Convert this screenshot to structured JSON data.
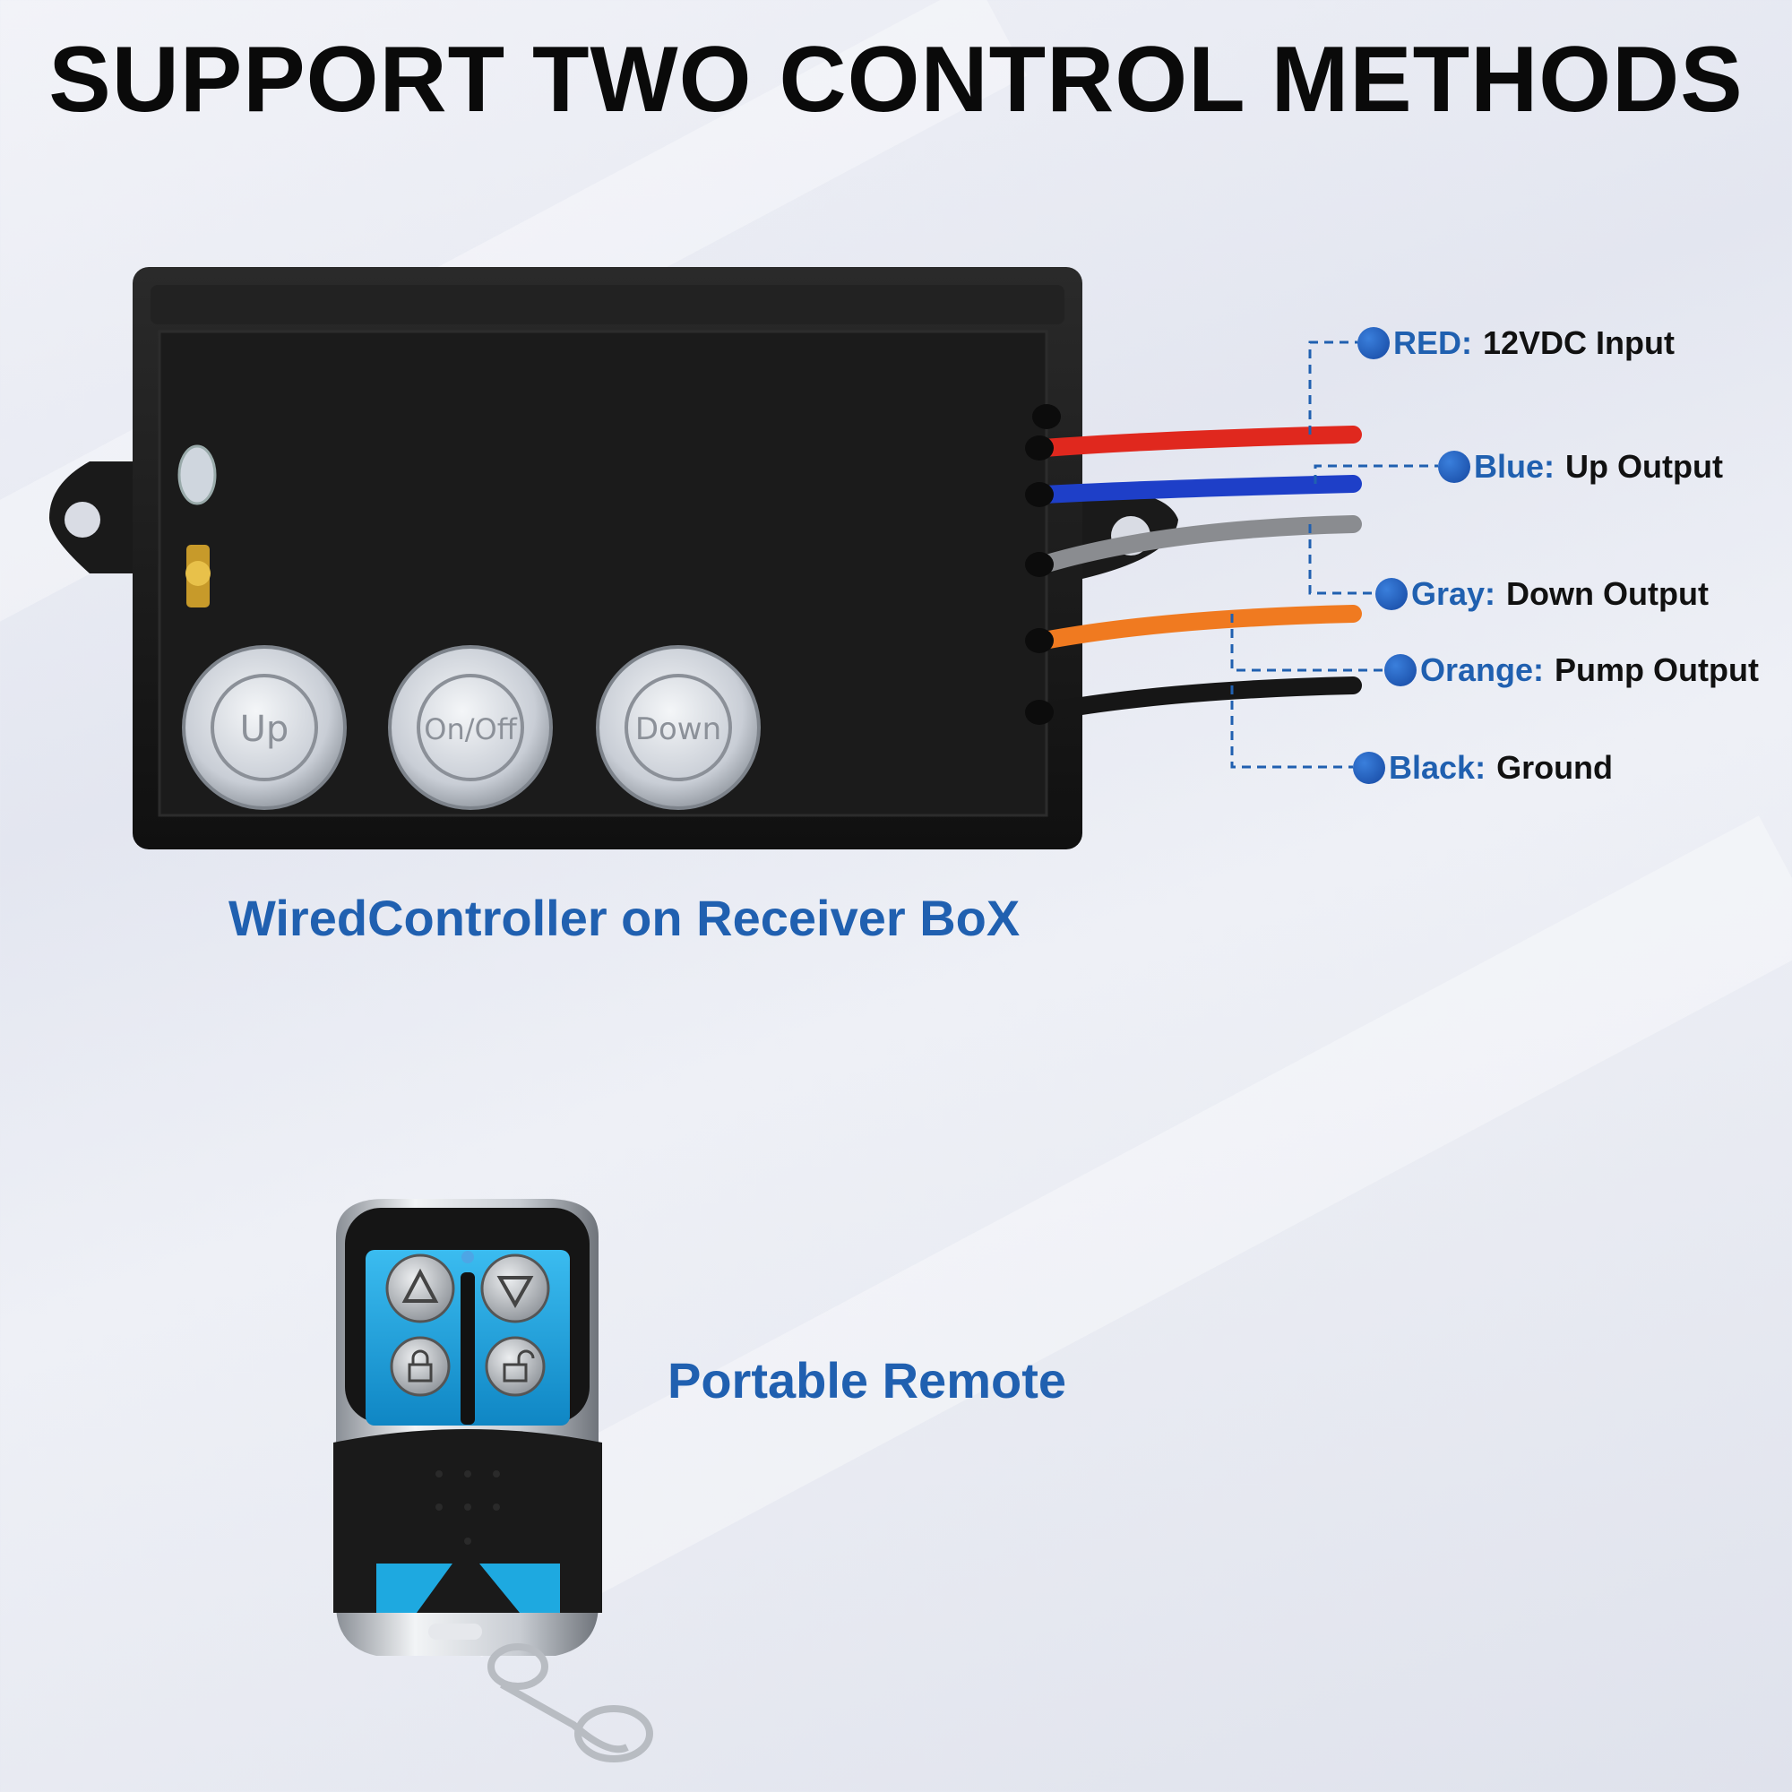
{
  "title": "SUPPORT TWO CONTROL METHODS",
  "receiver_box": {
    "caption": "WiredController on Receiver BoX",
    "buttons": [
      "Up",
      "On/Off",
      "Down"
    ]
  },
  "wires": [
    {
      "color_name": "RED:",
      "description": "12VDC Input",
      "color": "#e0281e"
    },
    {
      "color_name": "Blue:",
      "description": "Up Output",
      "color": "#1e3fc8"
    },
    {
      "color_name": "Gray:",
      "description": "Down Output",
      "color": "#8a8c90"
    },
    {
      "color_name": "Orange:",
      "description": "Pump Output",
      "color": "#f07a20"
    },
    {
      "color_name": "Black:",
      "description": "Ground",
      "color": "#161616"
    }
  ],
  "remote": {
    "caption": "Portable Remote",
    "buttons": [
      "up-triangle-icon",
      "down-triangle-icon",
      "lock-icon",
      "unlock-icon"
    ]
  },
  "colors": {
    "accent": "#2060b0",
    "remote_blue": "#1ea9e0"
  }
}
